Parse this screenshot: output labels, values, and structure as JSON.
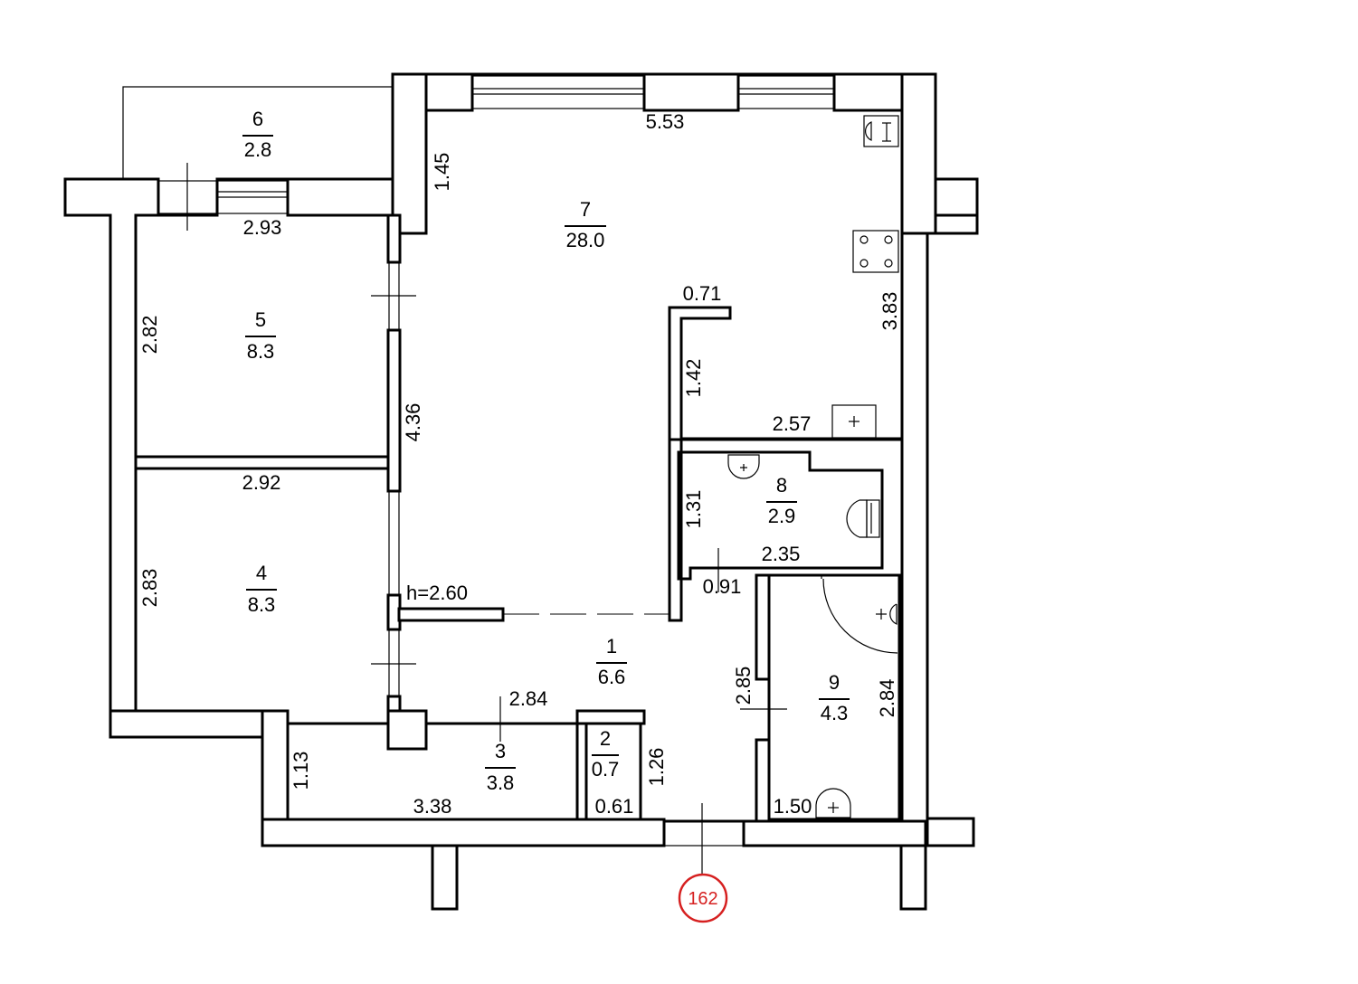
{
  "plan": {
    "rooms": [
      {
        "id": "1",
        "number": "1",
        "area": "6.6"
      },
      {
        "id": "2",
        "number": "2",
        "area": "0.7"
      },
      {
        "id": "3",
        "number": "3",
        "area": "3.8"
      },
      {
        "id": "4",
        "number": "4",
        "area": "8.3"
      },
      {
        "id": "5",
        "number": "5",
        "area": "8.3"
      },
      {
        "id": "6",
        "number": "6",
        "area": "2.8"
      },
      {
        "id": "7",
        "number": "7",
        "area": "28.0"
      },
      {
        "id": "8",
        "number": "8",
        "area": "2.9"
      },
      {
        "id": "9",
        "number": "9",
        "area": "4.3"
      }
    ],
    "dimensions": {
      "d553": "5.53",
      "d145": "1.45",
      "d293": "2.93",
      "d282": "2.82",
      "d436": "4.36",
      "d292": "2.92",
      "d283": "2.83",
      "d071": "0.71",
      "d142": "1.42",
      "d383": "3.83",
      "d257": "2.57",
      "d131": "1.31",
      "d235": "2.35",
      "d091": "0.91",
      "d285": "2.85",
      "d284a": "2.84",
      "d284b": "2.84",
      "d113": "1.13",
      "d338": "3.38",
      "d126": "1.26",
      "d061": "0.61",
      "d150": "1.50"
    },
    "ceiling_height": "h=2.60",
    "plan_number": "162",
    "colors": {
      "wall": "#000000",
      "background": "#ffffff",
      "badge": "#d62020"
    }
  }
}
